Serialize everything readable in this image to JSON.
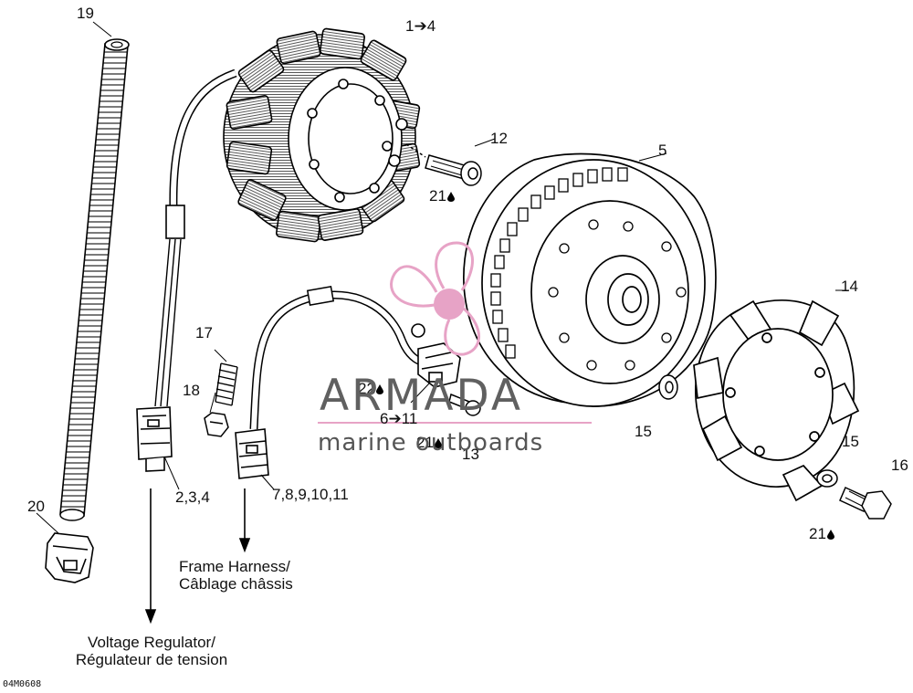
{
  "callouts": [
    {
      "id": "c19",
      "text": "19",
      "drop": false
    },
    {
      "id": "c1_4",
      "text": "1➔4",
      "drop": false
    },
    {
      "id": "c12",
      "text": "12",
      "drop": false
    },
    {
      "id": "c21a",
      "text": "21",
      "drop": true
    },
    {
      "id": "c5",
      "text": "5",
      "drop": false
    },
    {
      "id": "c14",
      "text": "14",
      "drop": false
    },
    {
      "id": "c17",
      "text": "17",
      "drop": false
    },
    {
      "id": "c18",
      "text": "18",
      "drop": false
    },
    {
      "id": "c22",
      "text": "22",
      "drop": true
    },
    {
      "id": "c6_11",
      "text": "6➔11",
      "drop": false
    },
    {
      "id": "c21b",
      "text": "21",
      "drop": true
    },
    {
      "id": "c13",
      "text": "13",
      "drop": false
    },
    {
      "id": "c15a",
      "text": "15",
      "drop": false
    },
    {
      "id": "c15b",
      "text": "15",
      "drop": false
    },
    {
      "id": "c16",
      "text": "16",
      "drop": false
    },
    {
      "id": "c21c",
      "text": "21",
      "drop": true
    },
    {
      "id": "c20",
      "text": "20",
      "drop": false
    },
    {
      "id": "c2_4",
      "text": "2,3,4",
      "drop": false
    },
    {
      "id": "c7_11",
      "text": "7,8,9,10,11",
      "drop": false
    }
  ],
  "captions": {
    "frame_harness_line1": "Frame Harness/",
    "frame_harness_line2": "Câblage châssis",
    "voltage_regulator_line1": "Voltage Regulator/",
    "voltage_regulator_line2": "Régulateur de tension"
  },
  "drawing_code": "04M0608",
  "watermark": {
    "brand": "ARMADA",
    "tagline": "marine outboards",
    "accent_color": "#e7a3c6"
  }
}
